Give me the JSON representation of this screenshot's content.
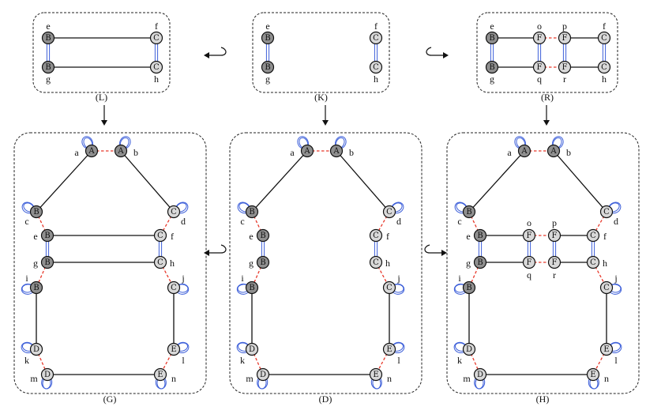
{
  "panels": [
    {
      "id": "L",
      "caption": "(L)",
      "labels": {
        "e": "e",
        "f": "f",
        "g": "g",
        "h": "h"
      }
    },
    {
      "id": "K",
      "caption": "(K)",
      "labels": {
        "e": "e",
        "f": "f",
        "g": "g",
        "h": "h"
      }
    },
    {
      "id": "R",
      "caption": "(R)",
      "labels": {
        "e": "e",
        "f": "f",
        "g": "g",
        "h": "h",
        "o": "o",
        "p": "p",
        "q": "q",
        "r": "r"
      }
    },
    {
      "id": "G",
      "caption": "(G)",
      "labels": {
        "a": "a",
        "b": "b",
        "c": "c",
        "d": "d",
        "e": "e",
        "f": "f",
        "g": "g",
        "h": "h",
        "i": "i",
        "j": "j",
        "k": "k",
        "l": "l",
        "m": "m",
        "n": "n"
      }
    },
    {
      "id": "D",
      "caption": "(D)",
      "labels": {
        "a": "a",
        "b": "b",
        "c": "c",
        "d": "d",
        "e": "e",
        "f": "f",
        "g": "g",
        "h": "h",
        "i": "i",
        "j": "j",
        "k": "k",
        "l": "l",
        "m": "m",
        "n": "n"
      }
    },
    {
      "id": "H",
      "caption": "(H)",
      "labels": {
        "a": "a",
        "b": "b",
        "c": "c",
        "d": "d",
        "e": "e",
        "f": "f",
        "g": "g",
        "h": "h",
        "i": "i",
        "j": "j",
        "k": "k",
        "l": "l",
        "m": "m",
        "n": "n",
        "o": "o",
        "p": "p",
        "q": "q",
        "r": "r"
      }
    }
  ],
  "node_types": {
    "A": "A",
    "B": "B",
    "C": "C",
    "D": "D",
    "E": "E",
    "F": "F"
  },
  "colors": {
    "dark_node": "#8f8f8f",
    "light_node": "#d8d8d8",
    "dashed_edge": "#e8392b",
    "double_edge": "#3d5fd9",
    "loop": "#3d5fd9"
  }
}
